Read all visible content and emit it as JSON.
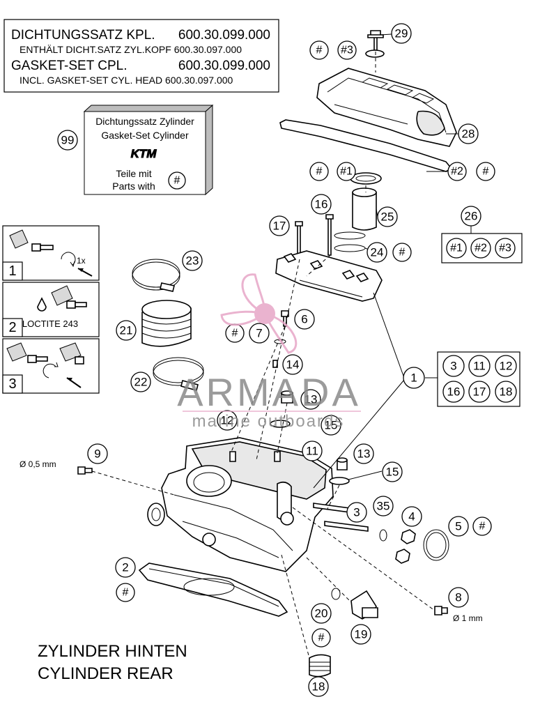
{
  "kit_box": {
    "line1_label": "DICHTUNGSSATZ KPL.",
    "line1_number": "600.30.099.000",
    "line2": "ENTHÄLT DICHT.SATZ ZYL.KOPF 600.30.097.000",
    "line3_label": "GASKET-SET CPL.",
    "line3_number": "600.30.099.000",
    "line4": "INCL. GASKET-SET CYL. HEAD 600.30.097.000"
  },
  "gasket_box": {
    "line1": "Dichtungssatz Zylinder",
    "line2": "Gasket-Set Cylinder",
    "logo": "KTM",
    "line3": "Teile mit",
    "line4": "Parts with",
    "hash": "#",
    "ref": "99"
  },
  "legend": {
    "step1_num": "1",
    "step1_note": "1x",
    "step2_num": "2",
    "step2_note": "LOCTITE 243",
    "step3_num": "3"
  },
  "set26": {
    "ref": "26",
    "items": [
      "#1",
      "#2",
      "#3"
    ]
  },
  "set1": {
    "ref": "1",
    "items": [
      "3",
      "11",
      "12",
      "16",
      "17",
      "18"
    ]
  },
  "dims": {
    "d05": "Ø 0,5 mm",
    "d1": "Ø 1 mm"
  },
  "title": {
    "line1": "ZYLINDER HINTEN",
    "line2": "CYLINDER REAR"
  },
  "watermark": {
    "brand": "ARMADA",
    "tagline": "marine outboards"
  },
  "callouts": [
    "29",
    "#",
    "#3",
    "28",
    "#",
    "#1",
    "#2",
    "#",
    "16",
    "17",
    "25",
    "24",
    "#",
    "23",
    "21",
    "6",
    "#",
    "7",
    "14",
    "22",
    "13",
    "12",
    "15",
    "9",
    "11",
    "13",
    "15",
    "3",
    "35",
    "4",
    "5",
    "#",
    "2",
    "#",
    "8",
    "20",
    "#",
    "19",
    "18"
  ],
  "colors": {
    "watermark_pink": "#e7a6c7",
    "watermark_gray": "#8a8a8a",
    "ink": "#000000"
  }
}
